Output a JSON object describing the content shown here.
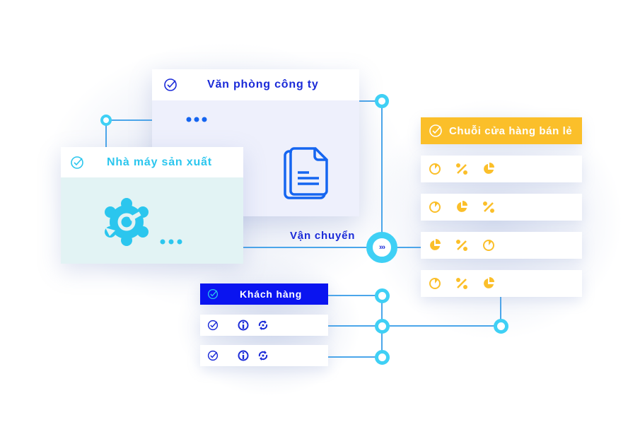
{
  "office": {
    "title": "Văn phòng công ty"
  },
  "factory": {
    "title": "Nhà máy sản xuất"
  },
  "transport": {
    "label": "Vận chuyển"
  },
  "retail": {
    "title": "Chuỗi cửa hàng bán lẻ",
    "rows": [
      [
        "clock",
        "percent",
        "pie"
      ],
      [
        "clock",
        "pie",
        "percent"
      ],
      [
        "pie",
        "percent",
        "clock"
      ],
      [
        "clock",
        "percent",
        "pie"
      ]
    ]
  },
  "customer": {
    "title": "Khách hàng"
  },
  "colors": {
    "blue": "#0a14f0",
    "cyan": "#2bc6ee",
    "orange": "#fbbf2a",
    "line": "#4ba6ea"
  }
}
